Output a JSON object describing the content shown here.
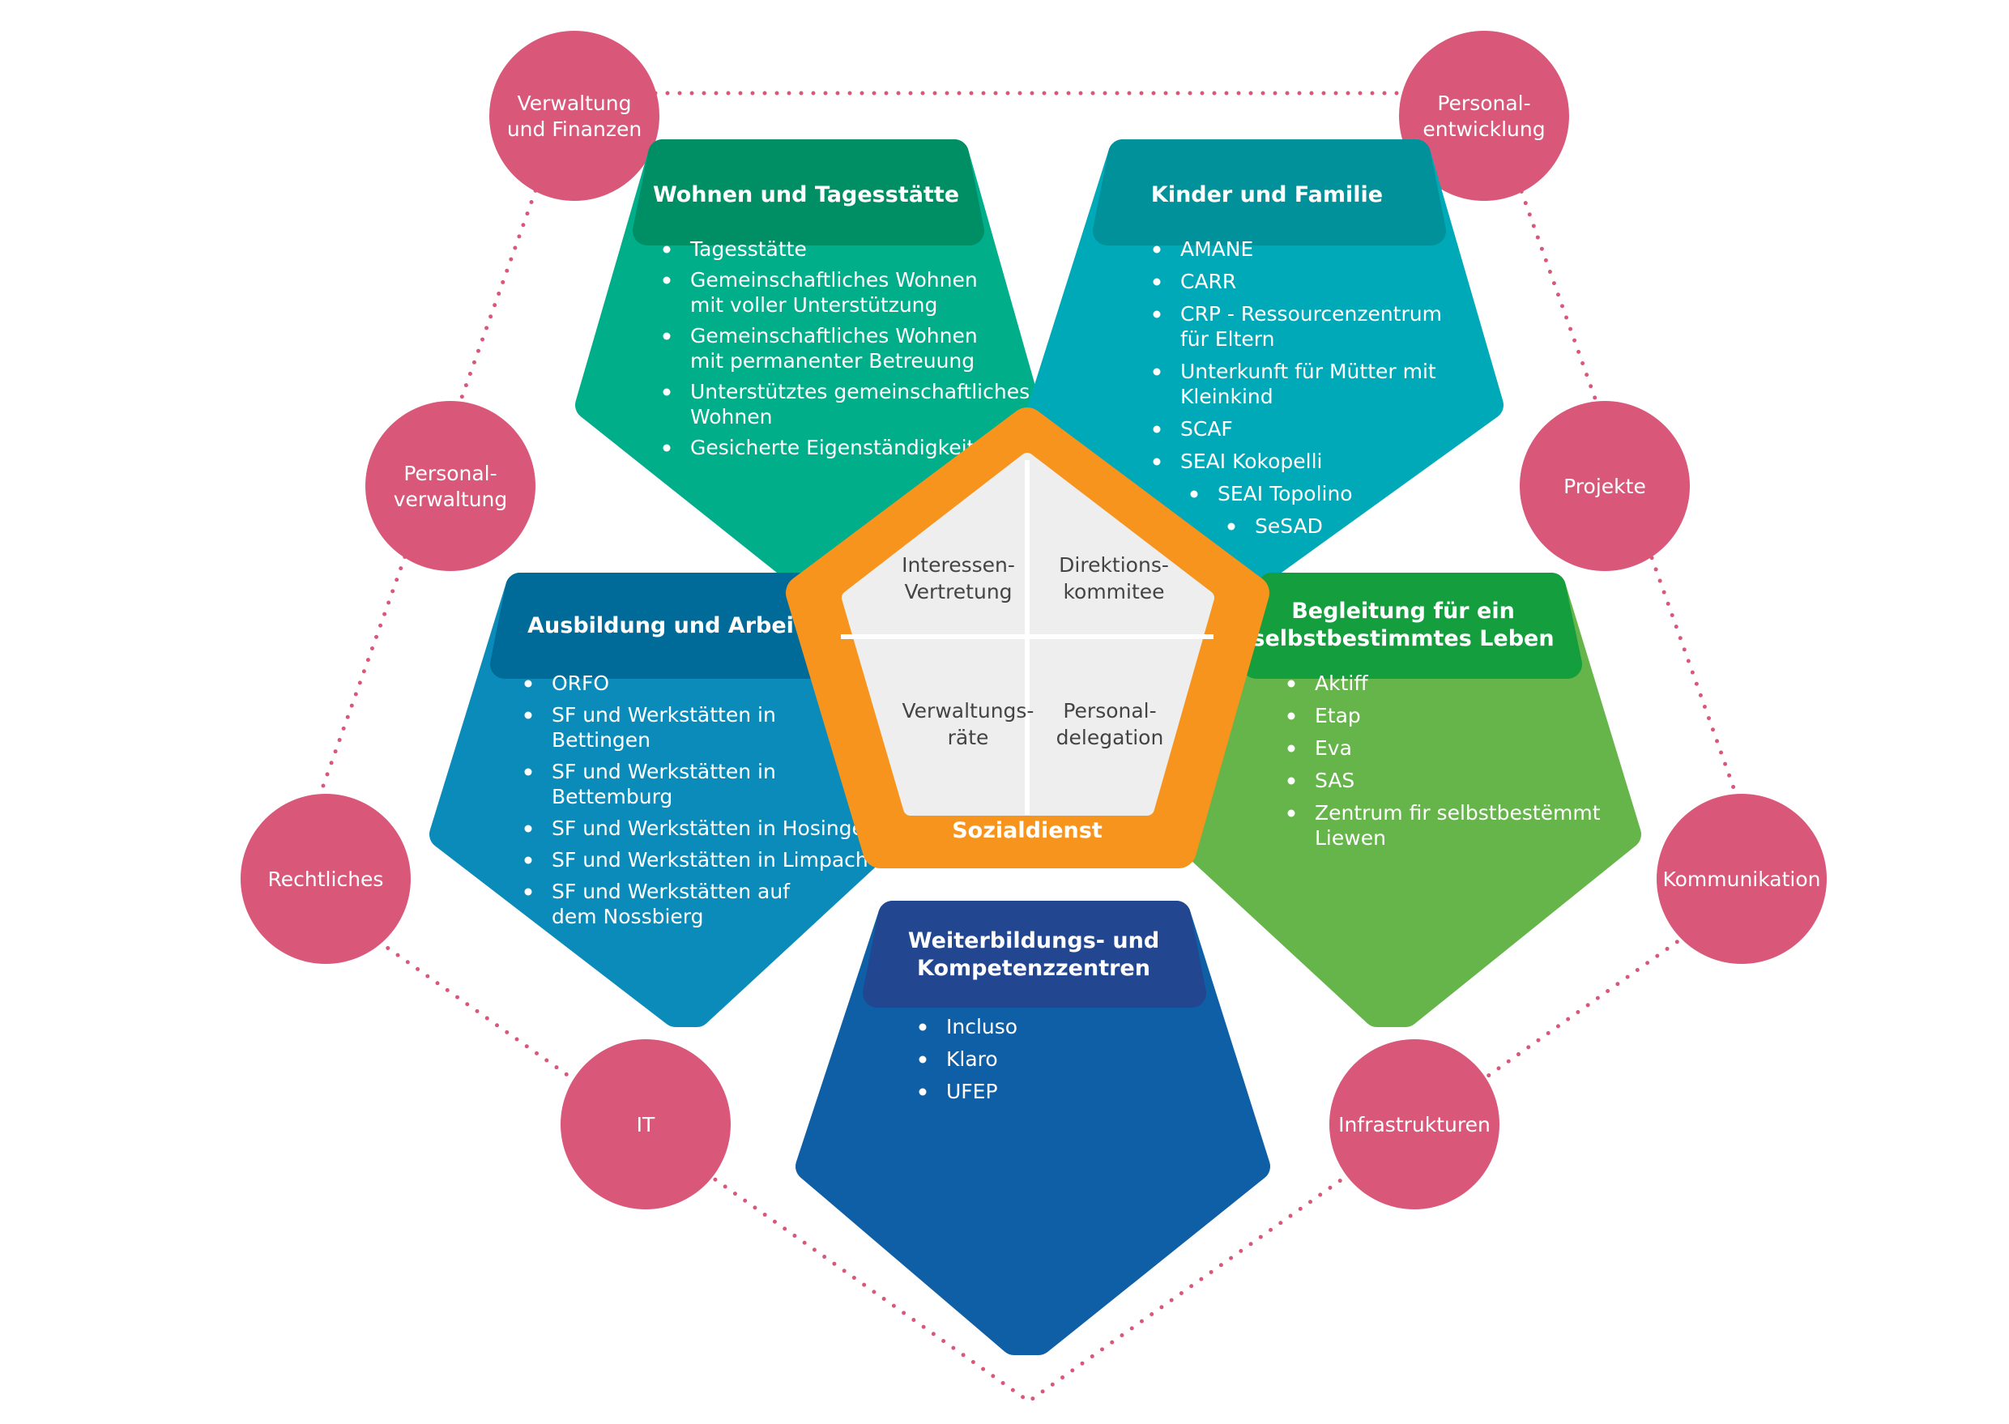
{
  "colors": {
    "circle": "#d9587a",
    "dots": "#d9587a",
    "core_orange": "#f7941d",
    "core_inner": "#eeeeee",
    "wohnen_body": "#00ae8a",
    "wohnen_header": "#008f65",
    "kinder_body": "#00a9b8",
    "kinder_header": "#00919a",
    "ausbildung_body": "#0b8bb9",
    "ausbildung_header": "#006b99",
    "begleitung_body": "#66b54a",
    "begleitung_header": "#149e3e",
    "weiterbildung_body": "#0e5fa6",
    "weiterbildung_header": "#22468f"
  },
  "outer_circles": [
    {
      "id": "verwaltung-finanzen",
      "lines": [
        "Verwaltung",
        "und Finanzen"
      ]
    },
    {
      "id": "personalentwicklung",
      "lines": [
        "Personal-",
        "entwicklung"
      ]
    },
    {
      "id": "personalverwaltung",
      "lines": [
        "Personal-",
        "verwaltung"
      ]
    },
    {
      "id": "projekte",
      "lines": [
        "Projekte"
      ]
    },
    {
      "id": "rechtliches",
      "lines": [
        "Rechtliches"
      ]
    },
    {
      "id": "kommunikation",
      "lines": [
        "Kommunikation"
      ]
    },
    {
      "id": "it",
      "lines": [
        "IT"
      ]
    },
    {
      "id": "infrastrukturen",
      "lines": [
        "Infrastrukturen"
      ]
    }
  ],
  "boxes": {
    "wohnen": {
      "title": [
        "Wohnen und Tagesstätte"
      ],
      "items": [
        {
          "lines": [
            "Tagesstätte"
          ]
        },
        {
          "lines": [
            "Gemeinschaftliches Wohnen",
            "mit voller Unterstützung"
          ]
        },
        {
          "lines": [
            "Gemeinschaftliches Wohnen",
            "mit permanenter Betreuung"
          ]
        },
        {
          "lines": [
            "Unterstütztes gemeinschaftliches",
            "Wohnen"
          ]
        },
        {
          "lines": [
            "Gesicherte Eigenständigkeit"
          ]
        }
      ]
    },
    "kinder": {
      "title": [
        "Kinder und Familie"
      ],
      "items": [
        {
          "lines": [
            "AMANE"
          ]
        },
        {
          "lines": [
            "CARR"
          ]
        },
        {
          "lines": [
            "CRP - Ressourcenzentrum",
            "für Eltern"
          ]
        },
        {
          "lines": [
            "Unterkunft für Mütter mit",
            "Kleinkind"
          ]
        },
        {
          "lines": [
            "SCAF"
          ]
        },
        {
          "lines": [
            "SEAI Kokopelli"
          ]
        },
        {
          "lines": [
            "SEAI Topolino"
          ],
          "level": 1
        },
        {
          "lines": [
            "SeSAD"
          ],
          "level": 2
        }
      ]
    },
    "ausbildung": {
      "title": [
        "Ausbildung und Arbeit"
      ],
      "items": [
        {
          "lines": [
            "ORFO"
          ]
        },
        {
          "lines": [
            "SF und Werkstätten in",
            "Bettingen"
          ]
        },
        {
          "lines": [
            "SF und Werkstätten in",
            "Bettemburg"
          ]
        },
        {
          "lines": [
            "SF und Werkstätten in Hosingen"
          ]
        },
        {
          "lines": [
            "SF und Werkstätten in Limpach"
          ]
        },
        {
          "lines": [
            "SF und Werkstätten auf",
            "dem Nossbierg"
          ]
        }
      ]
    },
    "begleitung": {
      "title": [
        "Begleitung für ein",
        "selbstbestimmtes Leben"
      ],
      "items": [
        {
          "lines": [
            "Aktiff"
          ]
        },
        {
          "lines": [
            "Etap"
          ]
        },
        {
          "lines": [
            "Eva"
          ]
        },
        {
          "lines": [
            "SAS"
          ]
        },
        {
          "lines": [
            "Zentrum fir selbstbestëmmt",
            "Liewen"
          ]
        }
      ]
    },
    "weiterbildung": {
      "title": [
        "Weiterbildungs- und",
        "Kompetenzzentren"
      ],
      "items": [
        {
          "lines": [
            "Incluso"
          ]
        },
        {
          "lines": [
            "Klaro"
          ]
        },
        {
          "lines": [
            "UFEP"
          ]
        }
      ]
    }
  },
  "core": {
    "quadrants": [
      {
        "id": "interessenvertretung",
        "lines": [
          "Interessen-",
          "Vertretung"
        ]
      },
      {
        "id": "direktionskommitee",
        "lines": [
          "Direktions-",
          "kommitee"
        ]
      },
      {
        "id": "verwaltungsraete",
        "lines": [
          "Verwaltungs-",
          "räte"
        ]
      },
      {
        "id": "personaldelegation",
        "lines": [
          "Personal-",
          "delegation"
        ]
      }
    ],
    "footer": "Sozialdienst"
  }
}
